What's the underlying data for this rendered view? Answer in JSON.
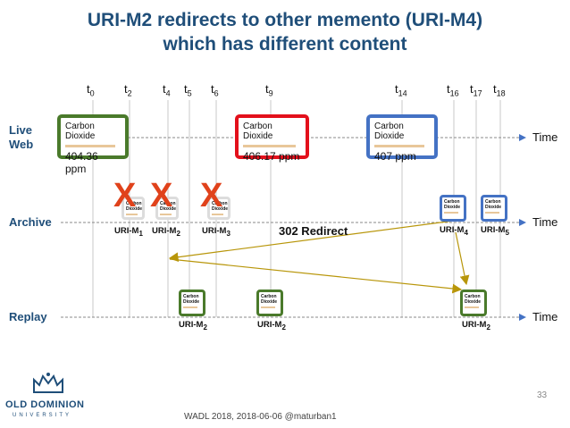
{
  "title_line1": "URI-M2 redirects to other memento (URI-M4)",
  "title_line2": "which has different content",
  "rows": {
    "live": "Live\nWeb",
    "live_1": "Live",
    "live_2": "Web",
    "archive": "Archive",
    "replay": "Replay"
  },
  "time_label": "Time",
  "time_ticks": [
    {
      "base": "t",
      "sub": "0"
    },
    {
      "base": "t",
      "sub": "2"
    },
    {
      "base": "t",
      "sub": "4"
    },
    {
      "base": "t",
      "sub": "5"
    },
    {
      "base": "t",
      "sub": "6"
    },
    {
      "base": "t",
      "sub": "9"
    },
    {
      "base": "t",
      "sub": "14"
    },
    {
      "base": "t",
      "sub": "16"
    },
    {
      "base": "t",
      "sub": "17"
    },
    {
      "base": "t",
      "sub": "18"
    }
  ],
  "live_cards": [
    {
      "heading": "Carbon Dioxide",
      "value": "404.36 ppm",
      "color": "#4a7a2b"
    },
    {
      "heading": "Carbon Dioxide",
      "value": "406.17 ppm",
      "color": "#e3101b"
    },
    {
      "heading": "Carbon Dioxide",
      "value": "407 ppm",
      "color": "#4472c4"
    }
  ],
  "archive_labels": [
    {
      "base": "URI-M",
      "sub": "1"
    },
    {
      "base": "URI-M",
      "sub": "2"
    },
    {
      "base": "URI-M",
      "sub": "3"
    },
    {
      "base": "URI-M",
      "sub": "4"
    },
    {
      "base": "URI-M",
      "sub": "5"
    }
  ],
  "replay_labels": [
    {
      "base": "URI-M",
      "sub": "2"
    },
    {
      "base": "URI-M",
      "sub": "2"
    },
    {
      "base": "URI-M",
      "sub": "2"
    }
  ],
  "x_mark": "X",
  "redirect_label": "302 Redirect",
  "thumb_heading": "Carbon Dioxide",
  "colors": {
    "title": "#1f4e79",
    "green": "#4a7a2b",
    "red": "#e3101b",
    "blue": "#4472c4",
    "arrow": "#b8960a",
    "x": "#e0421b"
  },
  "footer": "WADL 2018, 2018-06-06  @maturban1",
  "page_number": "33",
  "logo": {
    "name": "OLD DOMINION",
    "sub": "UNIVERSITY"
  }
}
